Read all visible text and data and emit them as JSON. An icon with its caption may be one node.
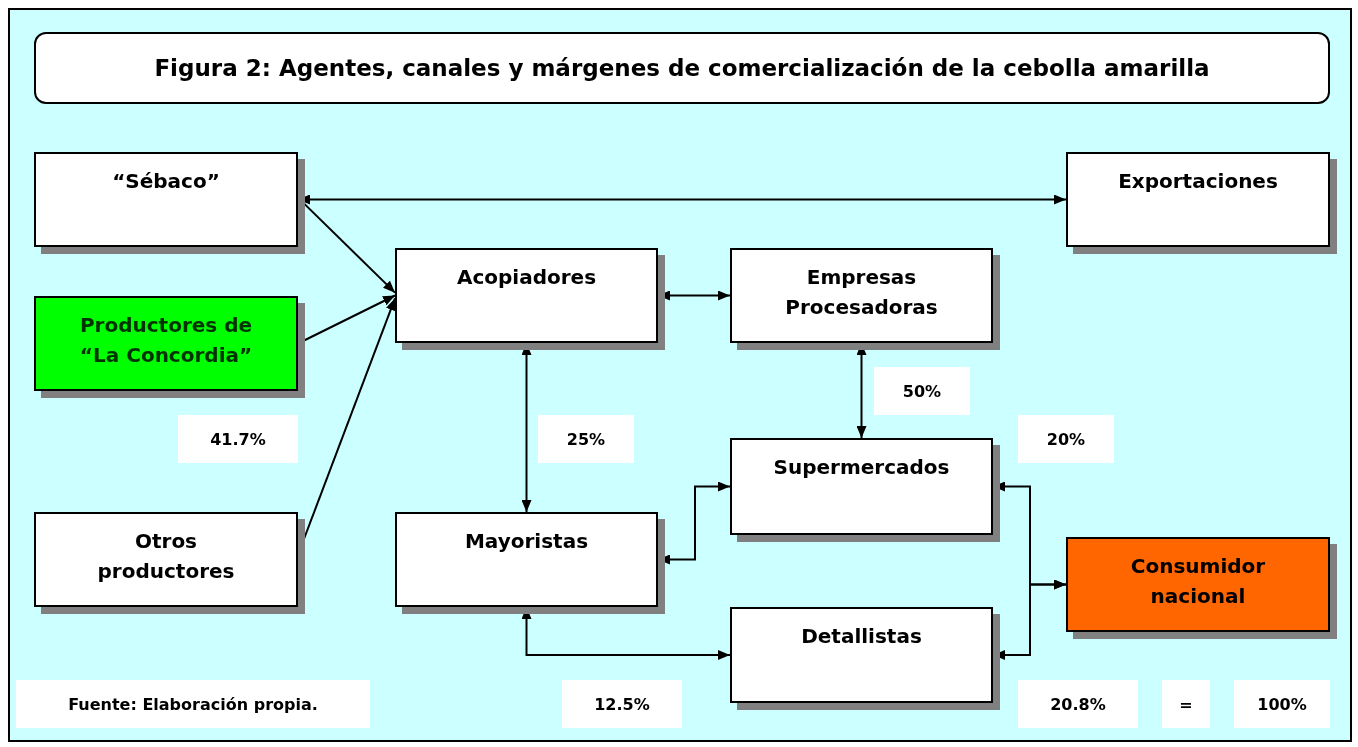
{
  "diagram": {
    "title": "Figura 2: Agentes, canales y márgenes de comercialización de la cebolla amarilla",
    "caption": "Fuente: Elaboración propia.",
    "nodes": [
      {
        "text": [
          "“Sébaco”"
        ]
      },
      {
        "text": [
          "Exportaciones"
        ]
      },
      {
        "text": [
          "Acopiadores"
        ]
      },
      {
        "text": [
          "Empresas Procesadoras"
        ]
      },
      {
        "text": [
          "Productores de “La Concordia”"
        ]
      },
      {
        "text": [
          "Supermercados"
        ]
      },
      {
        "text": [
          "Otros productores"
        ]
      },
      {
        "text": [
          "Mayoristas"
        ]
      },
      {
        "text": [
          "Consumidor nacional"
        ]
      },
      {
        "text": [
          "Detallistas"
        ]
      }
    ],
    "edges": [
      {
        "from": 0,
        "to": 1,
        "arrow": "both"
      },
      {
        "from": 0,
        "to": 2,
        "arrow": "to"
      },
      {
        "from": 4,
        "to": 2,
        "arrow": "to"
      },
      {
        "from": 6,
        "to": 2,
        "arrow": "to"
      },
      {
        "from": 2,
        "to": 3,
        "arrow": "both"
      },
      {
        "from": 2,
        "to": 7,
        "arrow": "both"
      },
      {
        "from": 3,
        "to": 5,
        "arrow": "both"
      },
      {
        "from": 7,
        "to": 5,
        "arrow": "both"
      },
      {
        "from": 7,
        "to": 9,
        "arrow": "both"
      },
      {
        "from": 5,
        "to": 8,
        "arrow": "both"
      },
      {
        "from": 9,
        "to": 8,
        "arrow": "both"
      }
    ],
    "labels": [
      "50%",
      "41.7%",
      "25%",
      "20%",
      "12.5%",
      "20.8%",
      "=",
      "100%"
    ]
  }
}
